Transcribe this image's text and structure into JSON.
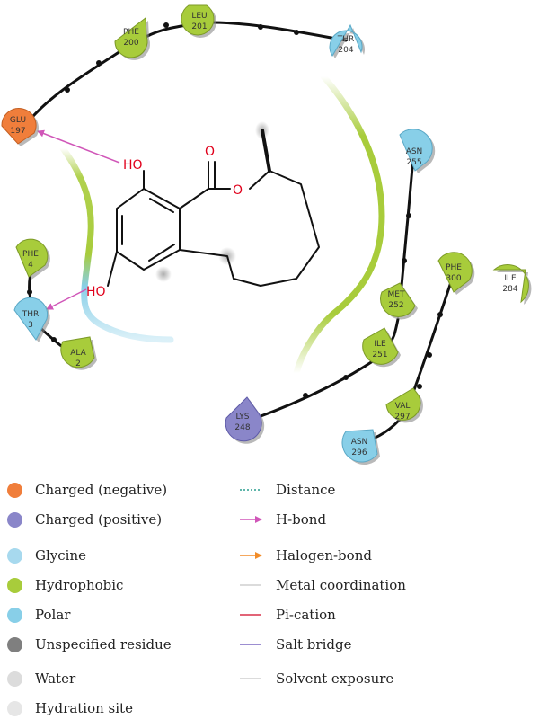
{
  "residues": [
    {
      "name": "PHE",
      "num": "200",
      "type": "hydrophobic"
    },
    {
      "name": "LEU",
      "num": "201",
      "type": "hydrophobic"
    },
    {
      "name": "THR",
      "num": "204",
      "type": "polar"
    },
    {
      "name": "GLU",
      "num": "197",
      "type": "negative"
    },
    {
      "name": "ASN",
      "num": "255",
      "type": "polar"
    },
    {
      "name": "PHE",
      "num": "4",
      "type": "hydrophobic"
    },
    {
      "name": "THR",
      "num": "3",
      "type": "polar"
    },
    {
      "name": "ALA",
      "num": "2",
      "type": "hydrophobic"
    },
    {
      "name": "PHE",
      "num": "300",
      "type": "hydrophobic"
    },
    {
      "name": "ILE",
      "num": "284",
      "type": "hydrophobic"
    },
    {
      "name": "MET",
      "num": "252",
      "type": "hydrophobic"
    },
    {
      "name": "ILE",
      "num": "251",
      "type": "hydrophobic"
    },
    {
      "name": "LYS",
      "num": "248",
      "type": "positive"
    },
    {
      "name": "VAL",
      "num": "297",
      "type": "hydrophobic"
    },
    {
      "name": "ASN",
      "num": "296",
      "type": "polar"
    }
  ],
  "ligand": {
    "atom_o_carbonyl": "O",
    "atom_o_ester": "O",
    "atom_oh_top": "HO",
    "atom_oh_bottom": "HO"
  },
  "colors": {
    "negative": "#f07e3b",
    "positive": "#8a86c9",
    "glycine": "#a7d9ee",
    "hydrophobic": "#a8cc3b",
    "polar": "#88cfe8",
    "unspecified": "#7f7f7f",
    "water": "#dcdcdc",
    "hydration": "#e6e6e6",
    "hbond": "#d056b8",
    "distance": "#2a9d8f",
    "halogen": "#f28c28",
    "metal": "#cfcfcf",
    "pication": "#d9304a",
    "saltbridge": "#7b68c2",
    "solvent": "#cfcfcf"
  },
  "legend": {
    "left": [
      {
        "label": "Charged (negative)",
        "color_key": "negative"
      },
      {
        "label": "Charged (positive)",
        "color_key": "positive"
      },
      {
        "label": "Glycine",
        "color_key": "glycine"
      },
      {
        "label": "Hydrophobic",
        "color_key": "hydrophobic"
      },
      {
        "label": "Polar",
        "color_key": "polar"
      },
      {
        "label": "Unspecified residue",
        "color_key": "unspecified"
      },
      {
        "label": "Water",
        "color_key": "water"
      },
      {
        "label": "Hydration site",
        "color_key": "hydration"
      }
    ],
    "right": [
      {
        "label": "Distance",
        "style": "dotted",
        "color_key": "distance"
      },
      {
        "label": "H-bond",
        "style": "arrow",
        "color_key": "hbond"
      },
      {
        "label": "Halogen-bond",
        "style": "arrow",
        "color_key": "halogen"
      },
      {
        "label": "Metal coordination",
        "style": "line",
        "color_key": "metal"
      },
      {
        "label": "Pi-cation",
        "style": "line",
        "color_key": "pication"
      },
      {
        "label": "Salt bridge",
        "style": "line",
        "color_key": "saltbridge"
      },
      {
        "label": "Solvent exposure",
        "style": "line",
        "color_key": "solvent"
      }
    ]
  }
}
